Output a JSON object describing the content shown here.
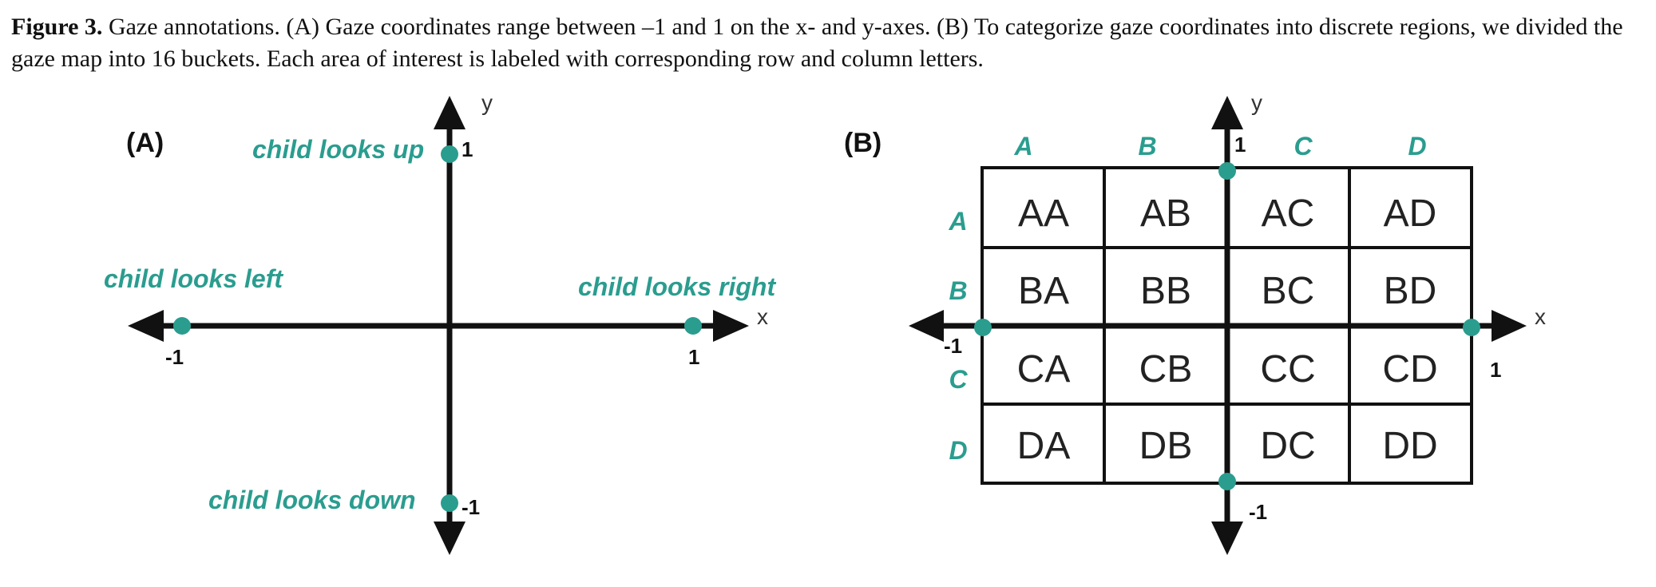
{
  "caption": {
    "label": "Figure 3.",
    "text": "Gaze annotations. (A) Gaze coordinates range between –1 and 1 on the x- and y-axes. (B) To categorize gaze coordinates into discrete regions, we divided the gaze map into 16 buckets. Each area of interest is labeled with corresponding row and column letters."
  },
  "panel_a": {
    "label": "(A)",
    "x_axis_name": "x",
    "y_axis_name": "y",
    "up_label": "child looks up",
    "down_label": "child looks down",
    "left_label": "child looks left",
    "right_label": "child looks right",
    "tick_up": "1",
    "tick_down": "-1",
    "tick_left": "-1",
    "tick_right": "1"
  },
  "panel_b": {
    "label": "(B)",
    "x_axis_name": "x",
    "y_axis_name": "y",
    "tick_up": "1",
    "tick_down": "-1",
    "tick_left": "-1",
    "tick_right": "1",
    "column_letters": [
      "A",
      "B",
      "C",
      "D"
    ],
    "row_letters": [
      "A",
      "B",
      "C",
      "D"
    ],
    "cells": [
      [
        "AA",
        "AB",
        "AC",
        "AD"
      ],
      [
        "BA",
        "BB",
        "BC",
        "BD"
      ],
      [
        "CA",
        "CB",
        "CC",
        "CD"
      ],
      [
        "DA",
        "DB",
        "DC",
        "DD"
      ]
    ]
  },
  "colors": {
    "accent": "#2a9d8f",
    "axis": "#111111"
  }
}
